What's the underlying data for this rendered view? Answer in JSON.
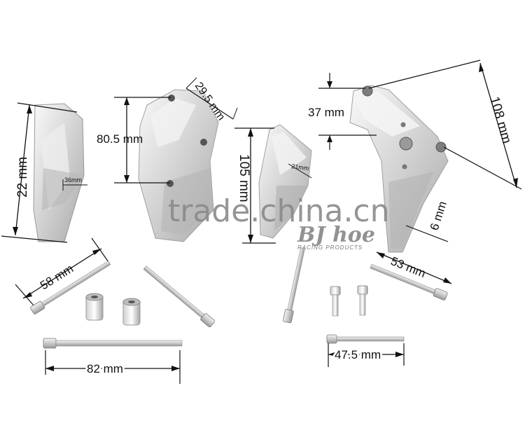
{
  "dimensions": {
    "bracket1_height": "22 mm",
    "bracket1_width": "36mm",
    "bracket2_hole_span": "80.5 mm",
    "bracket2_top": "29.5 mm",
    "bracket3_height": "105 mm",
    "bracket3_width": "21mm",
    "bracket4_offset": "37 mm",
    "bracket4_height": "108 mm",
    "bracket4_side": "6 mm",
    "bolt_long": "82 mm",
    "bolt_58": "58 mm",
    "bolt_53": "53 mm",
    "bolt_47": "47.5 mm"
  },
  "watermark": "trade.china.cn",
  "logo": {
    "name": "BJ hoe",
    "tagline": "RACING PRODUCTS"
  },
  "colors": {
    "metal_light": "#e8e8e8",
    "metal_mid": "#bdbdbd",
    "metal_dark": "#8c8c8c",
    "line": "#111111"
  }
}
